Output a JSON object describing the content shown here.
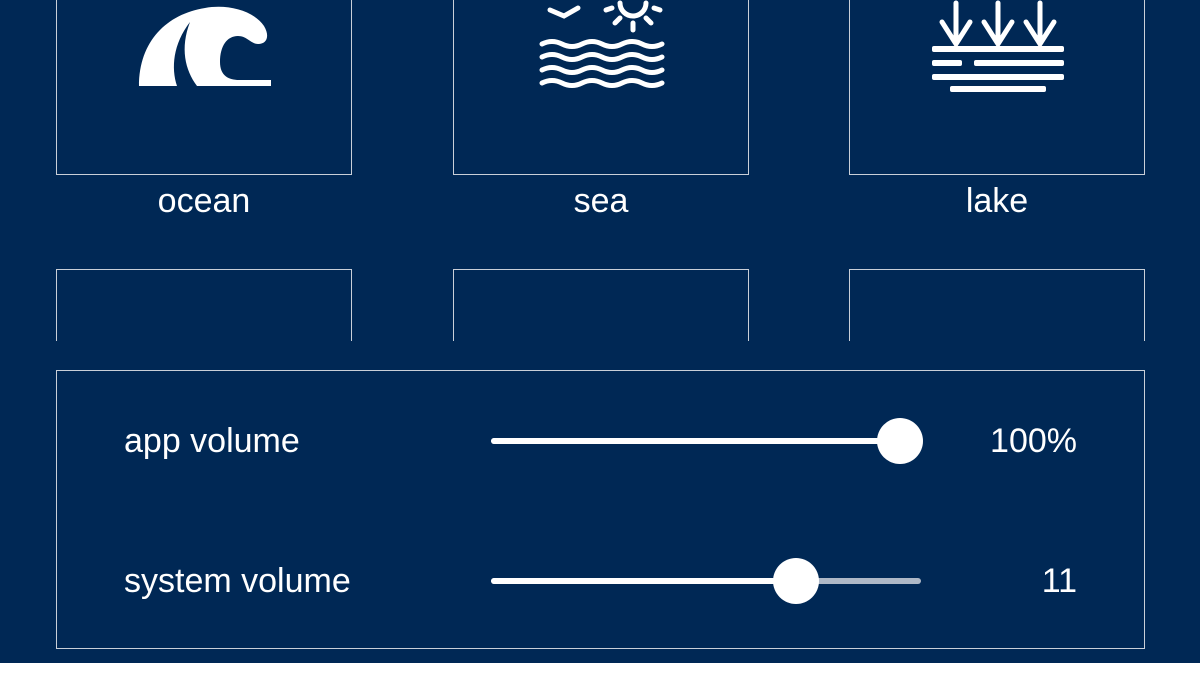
{
  "tiles": [
    {
      "label": "ocean",
      "icon": "ocean-wave-icon"
    },
    {
      "label": "sea",
      "icon": "sea-sun-waves-icon"
    },
    {
      "label": "lake",
      "icon": "lake-reeds-icon"
    }
  ],
  "volume": {
    "app": {
      "label": "app volume",
      "value_text": "100%",
      "level": 0.95
    },
    "system": {
      "label": "system volume",
      "value_text": "11",
      "level": 0.71
    }
  },
  "colors": {
    "background": "#002855",
    "foreground": "#ffffff",
    "border": "#c9cfd8",
    "track_inactive": "#aeb8c6"
  }
}
